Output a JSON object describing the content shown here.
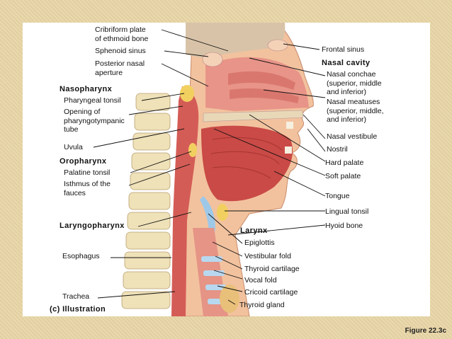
{
  "labels": {
    "cribriform": "Cribriform plate\nof ethmoid bone",
    "sphenoid": "Sphenoid sinus",
    "posterior_nasal": "Posterior nasal\naperture",
    "nasopharynx": "Nasopharynx",
    "pharyngeal_tonsil": "Pharyngeal tonsil",
    "opening": "Opening of\npharyngotympanic\ntube",
    "uvula": "Uvula",
    "oropharynx": "Oropharynx",
    "palatine_tonsil": "Palatine tonsil",
    "isthmus": "Isthmus of the\nfauces",
    "laryngopharynx": "Laryngopharynx",
    "esophagus": "Esophagus",
    "trachea": "Trachea",
    "illustration": "(c) Illustration",
    "frontal_sinus": "Frontal sinus",
    "nasal_cavity": "Nasal cavity",
    "nasal_conchae": "Nasal conchae\n(superior, middle\nand inferior)",
    "nasal_meatuses": "Nasal meatuses\n(superior, middle,\nand inferior)",
    "nasal_vestibule": "Nasal vestibule",
    "nostril": "Nostril",
    "hard_palate": "Hard palate",
    "soft_palate": "Soft palate",
    "tongue": "Tongue",
    "lingual_tonsil": "Lingual tonsil",
    "hyoid_bone": "Hyoid bone",
    "larynx": "Larynx",
    "epiglottis": "Epiglottis",
    "vestibular_fold": "Vestibular fold",
    "thyroid_cartilage": "Thyroid cartilage",
    "vocal_fold": "Vocal fold",
    "cricoid_cartilage": "Cricoid cartilage",
    "thyroid_gland": "Thyroid gland"
  },
  "figure": "Figure 22.3c"
}
